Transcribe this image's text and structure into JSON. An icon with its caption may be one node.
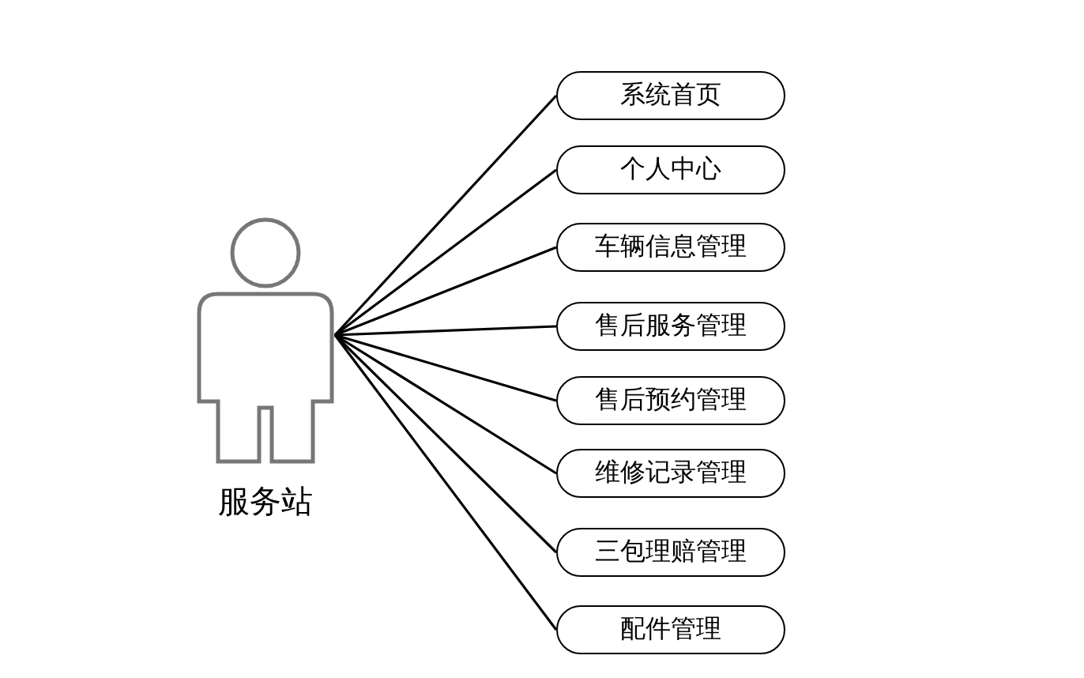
{
  "diagram": {
    "nodes": [
      {
        "text": [
          "服务站"
        ]
      },
      {
        "text": [
          "系统首页"
        ]
      },
      {
        "text": [
          "个人中心"
        ]
      },
      {
        "text": [
          "车辆信息管理"
        ]
      },
      {
        "text": [
          "售后服务管理"
        ]
      },
      {
        "text": [
          "售后预约管理"
        ]
      },
      {
        "text": [
          "维修记录管理"
        ]
      },
      {
        "text": [
          "三包理赔管理"
        ]
      },
      {
        "text": [
          "配件管理"
        ]
      }
    ],
    "edges": [
      {
        "from": 0,
        "to": 1,
        "arrow": "none"
      },
      {
        "from": 0,
        "to": 2,
        "arrow": "none"
      },
      {
        "from": 0,
        "to": 3,
        "arrow": "none"
      },
      {
        "from": 0,
        "to": 4,
        "arrow": "none"
      },
      {
        "from": 0,
        "to": 5,
        "arrow": "none"
      },
      {
        "from": 0,
        "to": 6,
        "arrow": "none"
      },
      {
        "from": 0,
        "to": 7,
        "arrow": "none"
      },
      {
        "from": 0,
        "to": 8,
        "arrow": "none"
      }
    ]
  }
}
